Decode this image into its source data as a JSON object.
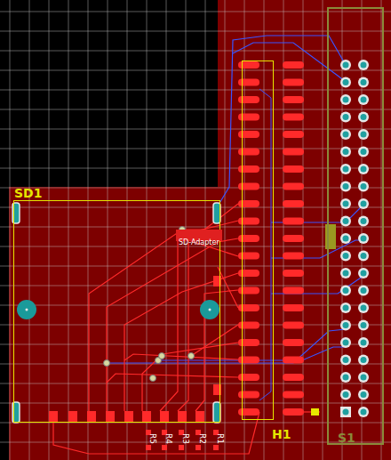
{
  "diagram": {
    "nodes": [
      {
        "text": [
          "SD1"
        ]
      },
      {
        "text": [
          "SD-Adapter"
        ],
        "in": 0
      },
      {
        "text": [
          "H1"
        ]
      },
      {
        "text": [
          "S1"
        ]
      }
    ],
    "labels": [
      "R5",
      "R4",
      "R3",
      "R2",
      "R1"
    ]
  }
}
